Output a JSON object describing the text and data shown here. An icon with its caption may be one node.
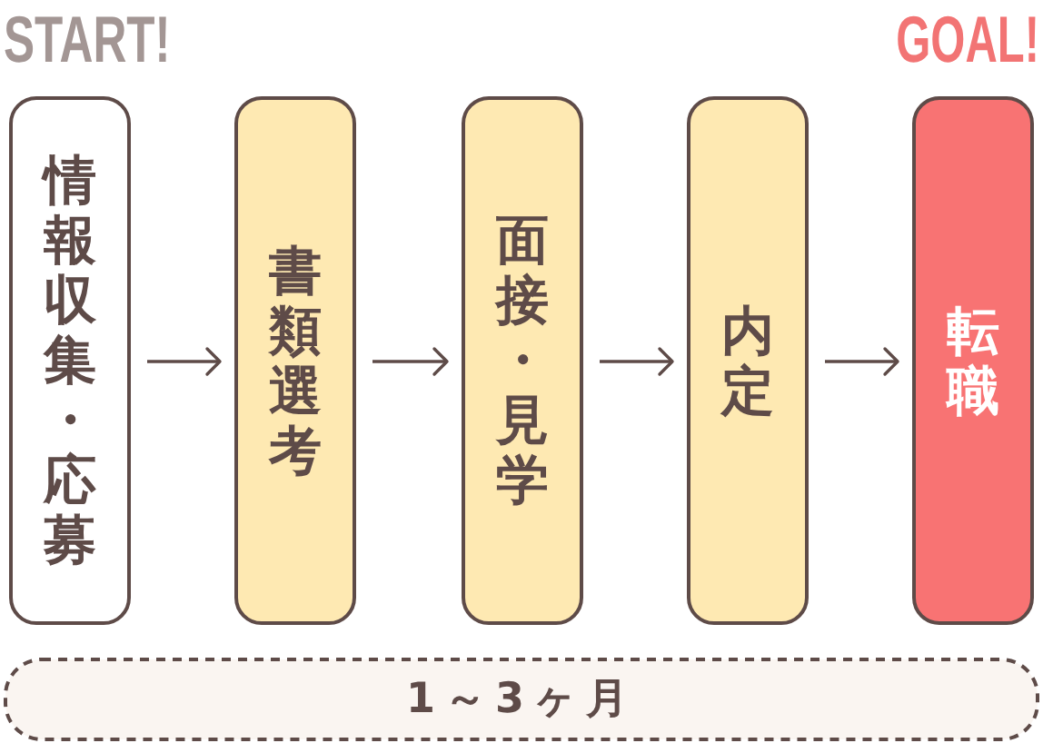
{
  "diagram": {
    "nodes": [
      {
        "text": [
          "情報収集・応募"
        ],
        "beside": [
          "START!"
        ]
      },
      {
        "text": [
          "書類選考"
        ]
      },
      {
        "text": [
          "面接・見学"
        ]
      },
      {
        "text": [
          "内定"
        ]
      },
      {
        "text": [
          "転職"
        ],
        "beside": [
          "GOAL!"
        ]
      },
      {
        "text": [
          "1～3ヶ月"
        ]
      }
    ],
    "edges": [
      {
        "from": 0,
        "to": 1,
        "arrow": "to"
      },
      {
        "from": 1,
        "to": 2,
        "arrow": "to"
      },
      {
        "from": 2,
        "to": 3,
        "arrow": "to"
      },
      {
        "from": 3,
        "to": 4,
        "arrow": "to"
      }
    ]
  }
}
